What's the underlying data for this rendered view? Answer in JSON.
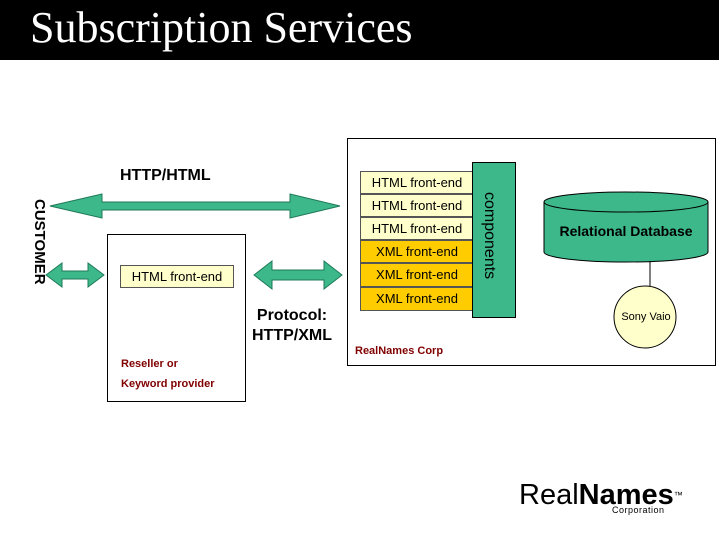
{
  "title": "Subscription Services",
  "customer_label": "CUSTOMER",
  "http_html_label": "HTTP/HTML",
  "reseller": {
    "front_end_label": "HTML front-end",
    "line1": "Reseller or",
    "line2": "Keyword provider"
  },
  "protocol": {
    "line1": "Protocol:",
    "line2": "HTTP/XML"
  },
  "realnames": {
    "front_ends": [
      {
        "label": "HTML front-end",
        "kind": "html"
      },
      {
        "label": "HTML front-end",
        "kind": "html"
      },
      {
        "label": "HTML front-end",
        "kind": "html"
      },
      {
        "label": "XML front-end",
        "kind": "xml"
      },
      {
        "label": "XML front-end",
        "kind": "xml"
      },
      {
        "label": "XML front-end",
        "kind": "xml"
      }
    ],
    "components_label": "components",
    "database_label": "Relational Database",
    "server_label": "Sony Vaio",
    "corp_label": "RealNames Corp"
  },
  "logo": {
    "real": "Real",
    "names": "Names",
    "tm": "™",
    "sub": "Corporation"
  },
  "colors": {
    "title_bg": "#000000",
    "arrow": "#3cb88a",
    "html_fill": "#ffffcc",
    "xml_fill": "#ffcc00",
    "components_fill": "#3cb88a",
    "db_fill": "#3cb88a",
    "server_fill": "#ffffcc",
    "note_text": "#800000"
  }
}
